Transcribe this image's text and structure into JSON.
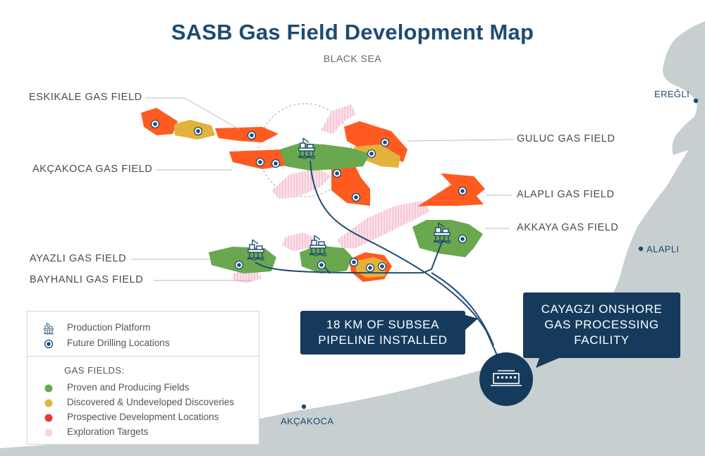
{
  "title": "SASB Gas Field Development Map",
  "sea_label": "BLACK SEA",
  "fields": {
    "eskikale": "ESKIKALE GAS FIELD",
    "akcakoca": "AKÇAKOCA GAS FIELD",
    "ayazli": "AYAZLI GAS FIELD",
    "bayhanli": "BAYHANLI GAS FIELD",
    "guluc": "GULUC GAS FIELD",
    "alapli": "ALAPLI GAS FIELD",
    "akkaya": "AKKAYA GAS FIELD"
  },
  "towns": {
    "eregli": "EREĞLI",
    "alapli": "ALAPLI",
    "akcakoca": "AKÇAKOCA"
  },
  "callouts": {
    "pipeline": "18 KM OF SUBSEA PIPELINE INSTALLED",
    "facility": "CAYAGZI ONSHORE GAS PROCESSING FACILITY"
  },
  "legend": {
    "production_platform": "Production Platform",
    "future_drilling": "Future Drilling Locations",
    "gas_fields_heading": "GAS FIELDS:",
    "proven": "Proven and Producing Fields",
    "discovered": "Discovered & Undeveloped Discoveries",
    "prospective": "Prospective Development Locations",
    "exploration": "Exploration Targets"
  },
  "colors": {
    "proven": "#6aa84f",
    "discovered": "#e3b23c",
    "prospective": "#ff5a1f",
    "exploration": "#f9d3e0",
    "land": "#c7cfd0",
    "navy": "#1e4b72",
    "callout": "#163a5c"
  },
  "icons": {
    "platform": "offshore-platform-icon",
    "drilling": "target-ring-icon",
    "facility": "processing-facility-icon"
  }
}
